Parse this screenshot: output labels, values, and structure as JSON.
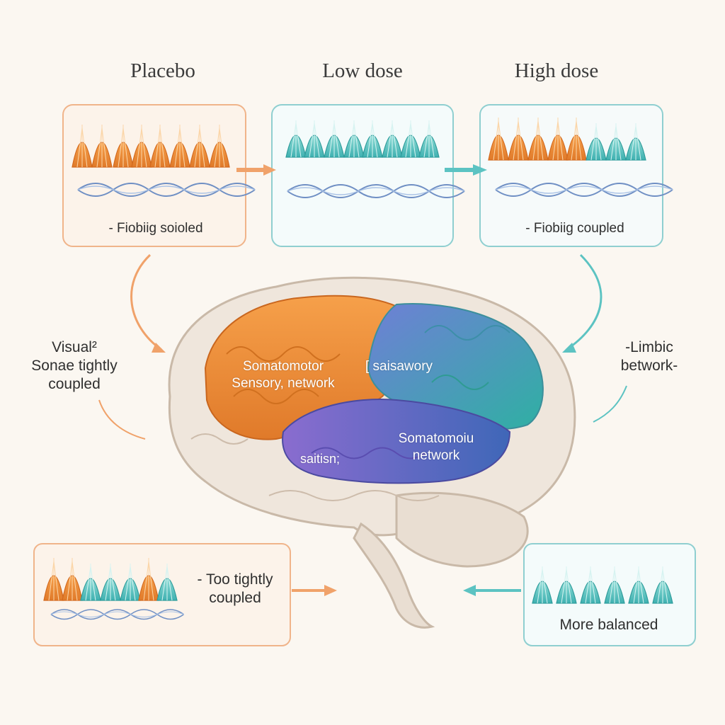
{
  "colors": {
    "orange": "#ee8a3a",
    "teal": "#5cc3c2",
    "blue_wave": "#6f8fc4",
    "purple": "#7b6ac6",
    "background": "#fbf7f1"
  },
  "columns": [
    {
      "title": "Placebo",
      "caption": "- Fiobiig soioled"
    },
    {
      "title": "Low dose"
    },
    {
      "title": "High dose",
      "caption": "- Fiobiig coupled"
    }
  ],
  "left_note": {
    "line1": "Visual²",
    "line2": "Sonae tightly",
    "line3": "coupled"
  },
  "right_note": {
    "line1": "-Limbic",
    "line2": "betwork-"
  },
  "brain": {
    "label_a_line1": "Somatomotor",
    "label_a_line2": "Sensory, network",
    "label_b": "[ saisawory",
    "label_c_line1": "Somatomoiu",
    "label_c_line2": "network",
    "label_d": "saitisn;"
  },
  "bottom_left": {
    "caption_line1": "- Too tightly",
    "caption_line2": "coupled"
  },
  "bottom_right": {
    "caption": "More balanced"
  }
}
